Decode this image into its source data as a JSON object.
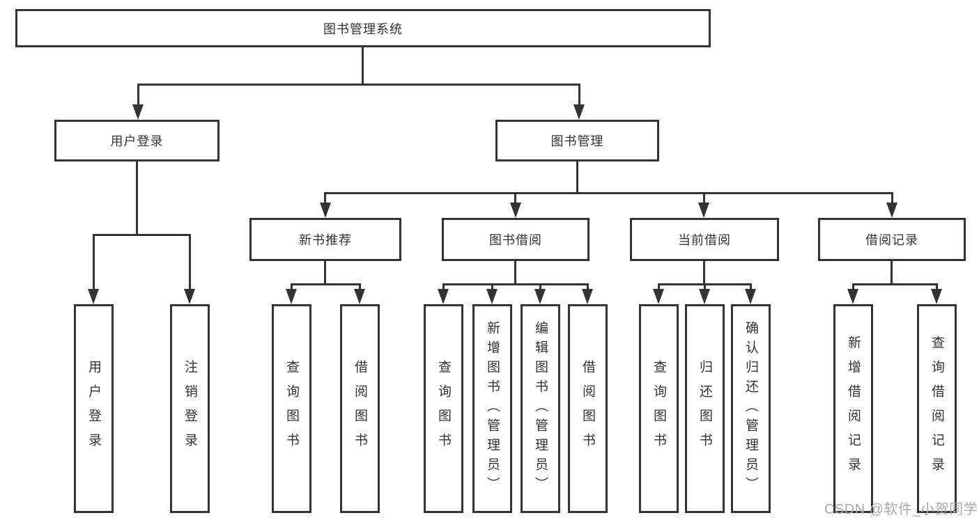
{
  "diagram": {
    "root": {
      "label": "图书管理系统"
    },
    "level2": [
      {
        "label": "用户登录",
        "leaves": [
          {
            "label": "用户登录"
          },
          {
            "label": "注销登录"
          }
        ]
      },
      {
        "label": "图书管理",
        "groups": [
          {
            "label": "新书推荐",
            "leaves": [
              {
                "label": "查询图书"
              },
              {
                "label": "借阅图书"
              }
            ]
          },
          {
            "label": "图书借阅",
            "leaves": [
              {
                "label": "查询图书"
              },
              {
                "label": "新增图书（管理员）"
              },
              {
                "label": "编辑图书（管理员）"
              },
              {
                "label": "借阅图书"
              }
            ]
          },
          {
            "label": "当前借阅",
            "leaves": [
              {
                "label": "查询图书"
              },
              {
                "label": "归还图书"
              },
              {
                "label": "确认归还（管理员）"
              }
            ]
          },
          {
            "label": "借阅记录",
            "leaves": [
              {
                "label": "新增借阅记录"
              },
              {
                "label": "查询借阅记录"
              }
            ]
          }
        ]
      }
    ],
    "watermark": "CSDN @软件_小贺同学",
    "colors": {
      "line": "#333333",
      "text": "#333333",
      "background": "#ffffff",
      "watermark": "#a9a9a9"
    }
  }
}
